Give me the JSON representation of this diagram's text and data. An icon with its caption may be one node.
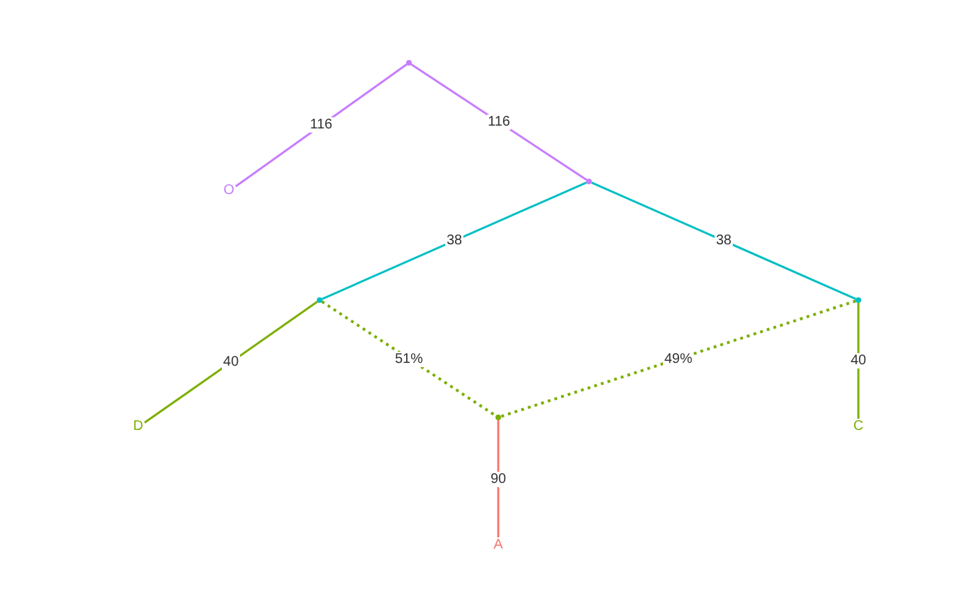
{
  "diagram": {
    "nodes": [
      {
        "text": [],
        "shape": "dot"
      },
      {
        "text": [
          "O"
        ]
      },
      {
        "text": [],
        "shape": "dot"
      },
      {
        "text": [],
        "shape": "dot"
      },
      {
        "text": [],
        "shape": "dot"
      },
      {
        "text": [
          "D"
        ]
      },
      {
        "text": [],
        "shape": "dot"
      },
      {
        "text": [
          "C"
        ]
      },
      {
        "text": [
          "A"
        ]
      }
    ],
    "edges": [
      {
        "from": 0,
        "to": 1,
        "arrow": "none",
        "label": "116",
        "color": "#c77cff"
      },
      {
        "from": 0,
        "to": 2,
        "arrow": "none",
        "label": "116",
        "color": "#c77cff"
      },
      {
        "from": 2,
        "to": 3,
        "arrow": "none",
        "label": "38",
        "color": "#00bfc4"
      },
      {
        "from": 2,
        "to": 4,
        "arrow": "none",
        "label": "38",
        "color": "#00bfc4"
      },
      {
        "from": 3,
        "to": 5,
        "arrow": "none",
        "label": "40"
      },
      {
        "from": 3,
        "to": 6,
        "arrow": "none",
        "label": "51%",
        "style": "dashed"
      },
      {
        "from": 4,
        "to": 6,
        "arrow": "none",
        "label": "49%",
        "style": "dashed"
      },
      {
        "from": 4,
        "to": 7,
        "arrow": "none",
        "label": "40"
      },
      {
        "from": 6,
        "to": 8,
        "arrow": "none",
        "label": "90",
        "color": "#f8766d"
      }
    ]
  }
}
